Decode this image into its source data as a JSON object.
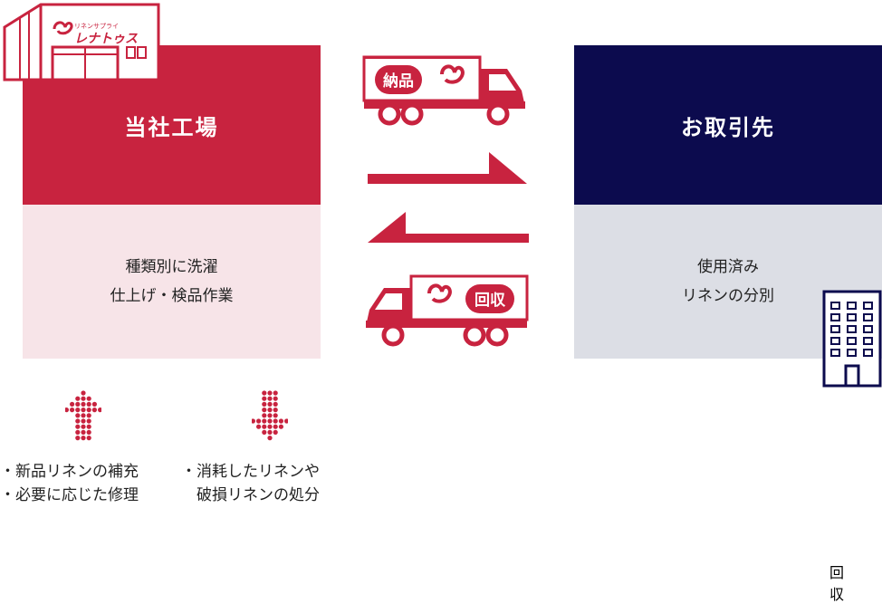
{
  "brand": {
    "kana_small": "リネンサプライ",
    "name": "レナトゥス",
    "red": "#c8233f",
    "navy": "#0c0b4e"
  },
  "factory": {
    "title": "当社工場",
    "body_line1": "種類別に洗濯",
    "body_line2": "仕上げ・検品作業",
    "header_color": "#c8233f",
    "body_color": "#f7e4e8"
  },
  "client": {
    "title": "お取引先",
    "body_line1": "使用済み",
    "body_line2": "リネンの分別",
    "header_color": "#0c0b4e",
    "body_color": "#dcdee5"
  },
  "trucks": {
    "delivery_label": "納品",
    "pickup_label": "回収"
  },
  "notes": {
    "left_line1": "・新品リネンの補充",
    "left_line2": "・必要に応じた修理",
    "right_line1": "・消耗したリネンや",
    "right_line2": "　破損リネンの処分"
  },
  "icons": {
    "factory_building": "warehouse-icon",
    "office_building": "office-building-icon",
    "up_arrow": "dotted-up-arrow-icon",
    "down_arrow": "dotted-down-arrow-icon"
  }
}
